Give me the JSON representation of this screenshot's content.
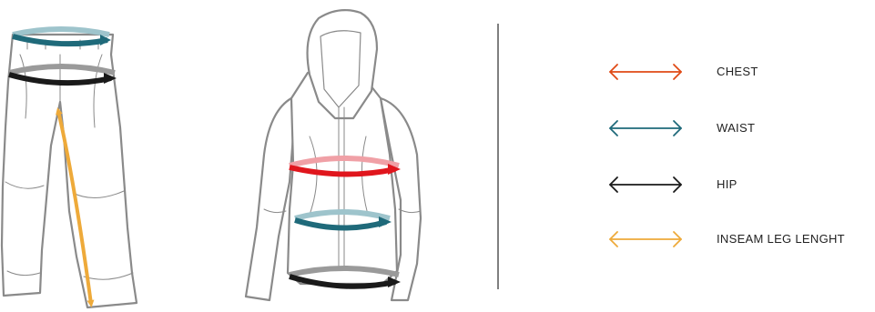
{
  "colors": {
    "chest": "#e04a16",
    "waist": "#1f6a7a",
    "hip": "#1a1a1a",
    "inseam": "#eeaa3a",
    "chest_band": "#e0161d",
    "chest_band_back": "#f0a0a6",
    "waist_band_back": "#9ec4cc",
    "hip_band_back": "#9a9a9a",
    "outline": "#8a8a8a",
    "divider": "#555555"
  },
  "legend": {
    "chest": {
      "label": "CHEST",
      "icon": "double-arrow-icon"
    },
    "waist": {
      "label": "WAIST",
      "icon": "double-arrow-icon"
    },
    "hip": {
      "label": "HIP",
      "icon": "double-arrow-icon"
    },
    "inseam": {
      "label": "INSEAM LEG LENGHT",
      "icon": "double-arrow-icon"
    }
  }
}
